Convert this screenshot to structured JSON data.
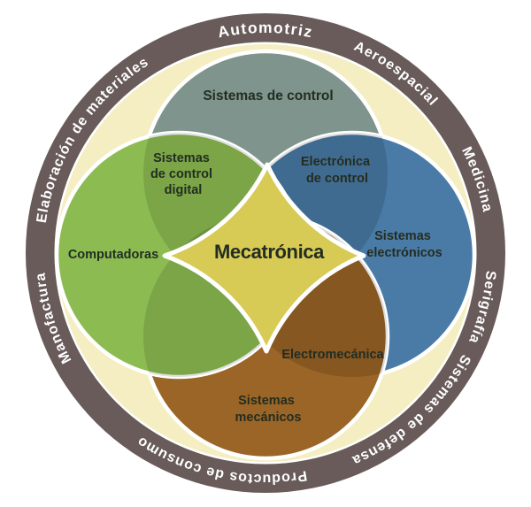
{
  "diagram": {
    "title": "Mecatrónica",
    "ring": {
      "band_color": "#685b5a",
      "inner_color": "#f5eec2",
      "separator_color": "#ffffff",
      "text_color": "#ffffff",
      "labels": [
        {
          "label": "Automotriz",
          "position_deg": 0
        },
        {
          "label": "Aeroespacial",
          "position_deg": 36
        },
        {
          "label": "Medicina",
          "position_deg": 71
        },
        {
          "label": "Serigrafía",
          "position_deg": 104
        },
        {
          "label": "Sistemas de defensa",
          "position_deg": 137
        },
        {
          "label": "Productos de consumo",
          "position_deg": 192
        },
        {
          "label": "Manofactura",
          "position_deg": 253
        },
        {
          "label": "Elaboración de materiales",
          "position_deg": 303
        }
      ]
    },
    "circles": {
      "control": {
        "label": "Sistemas de control",
        "color": "#7e948c"
      },
      "electronics": {
        "lines": [
          "Sistemas",
          "electrónicos"
        ],
        "color": "#4a7ba6"
      },
      "mechanical": {
        "lines": [
          "Sistemas",
          "mecánicos"
        ],
        "color": "#9a6526"
      },
      "computers": {
        "label": "Computadoras",
        "color": "#8cbc51"
      }
    },
    "overlaps": {
      "digital": {
        "lines": [
          "Sistemas",
          "de control",
          "digital"
        ]
      },
      "control_electronics": {
        "lines": [
          "Electrónica",
          "de control"
        ]
      },
      "electromechanical": {
        "label": "Electromecánica"
      }
    },
    "center": {
      "label": "Mecatrónica",
      "color": "#d7ca55"
    },
    "colors": {
      "label_text": "#232d22",
      "stroke": "#ffffff"
    }
  }
}
